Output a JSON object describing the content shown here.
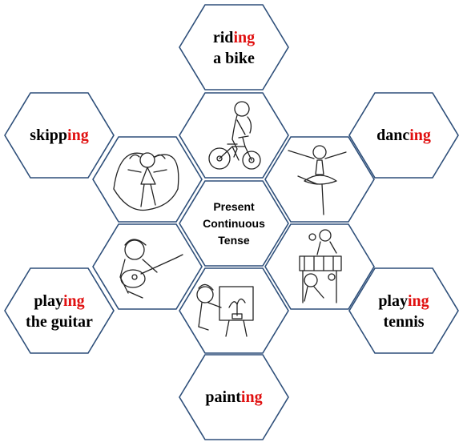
{
  "center": {
    "line1": "Present",
    "line2": "Continuous",
    "line3": "Tense"
  },
  "words": {
    "riding": {
      "line1_base": "rid",
      "line1_suffix": "ing",
      "line2": "a bike"
    },
    "skipping": {
      "base": "skipp",
      "suffix": "ing"
    },
    "dancing": {
      "base": "danc",
      "suffix": "ing"
    },
    "guitar": {
      "line1_base": "play",
      "line1_suffix": "ing",
      "line2": "the guitar"
    },
    "tennis": {
      "line1_base": "play",
      "line1_suffix": "ing",
      "line2": "tennis"
    },
    "painting": {
      "base": "paint",
      "suffix": "ing"
    }
  },
  "colors": {
    "outline": "#2e4f7a",
    "suffix": "#e01010",
    "text": "#000000"
  },
  "icons": [
    "bike-rider-icon",
    "skipping-girl-icon",
    "dancer-icon",
    "guitar-player-icon",
    "tennis-players-icon",
    "painter-icon"
  ]
}
